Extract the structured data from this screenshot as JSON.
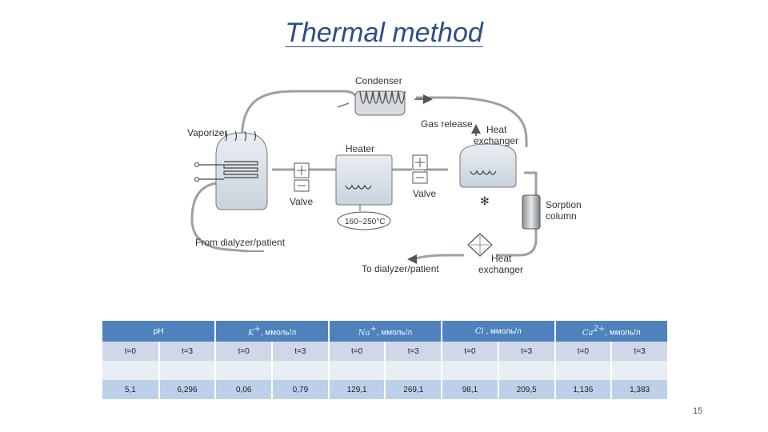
{
  "slide": {
    "title": "Thermal method",
    "page_number": "15"
  },
  "diagram": {
    "labels": {
      "condenser": "Condenser",
      "vaporizer": "Vaporizer",
      "heater": "Heater",
      "gas_release": "Gas release",
      "heat_exchanger_top": "Heat\nexchanger",
      "valve_left": "Valve",
      "valve_right": "Valve",
      "temperature": "160~250°C",
      "sorption_column": "Sorption\ncolumn",
      "from_dialyzer": "From dialyzer/patient",
      "to_dialyzer": "To dialyzer/patient",
      "heat_exchanger_bottom": "Heat\nexchanger"
    }
  },
  "table": {
    "headers": [
      {
        "sym": "",
        "text": "pH"
      },
      {
        "sym": "K",
        "sup": "+",
        "text": ", ммоль/л"
      },
      {
        "sym": "Na",
        "sup": "+",
        "text": ", ммоль/л"
      },
      {
        "sym": "Cl",
        "sup": "",
        "text": " , ммоль/л"
      },
      {
        "sym": "Ca",
        "sup": "2+",
        "text": ", ммоль/л"
      }
    ],
    "time_row": [
      "t=0",
      "t=3",
      "t=0",
      "t=3",
      "t=0",
      "t=3",
      "t=0",
      "t=3",
      "t=0",
      "t=3"
    ],
    "value_row": [
      "5,1",
      "6,296",
      "0,06",
      "0,79",
      "129,1",
      "269,1",
      "98,1",
      "209,5",
      "1,136",
      "1,383"
    ]
  }
}
